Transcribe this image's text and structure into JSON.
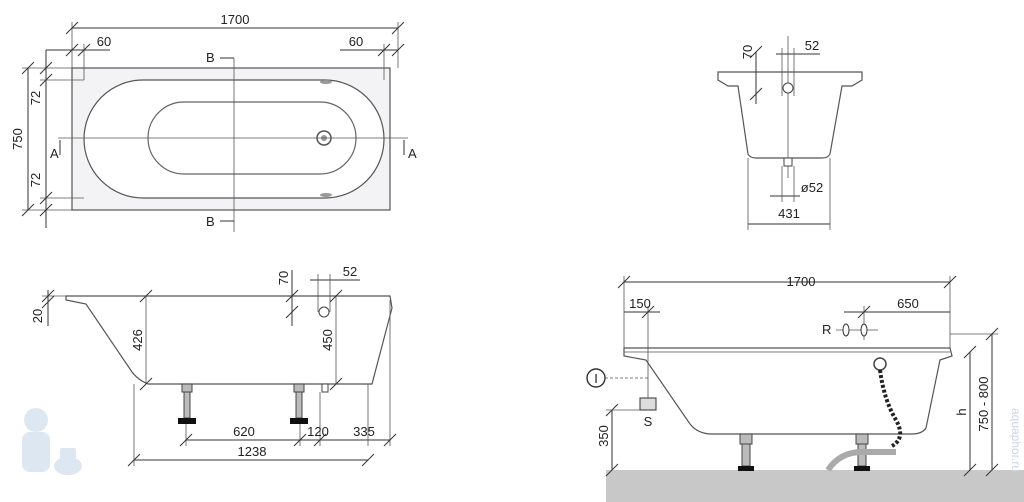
{
  "top_view": {
    "total_length": "1700",
    "left_inset": "60",
    "right_inset": "60",
    "width": "750",
    "upper_margin": "72",
    "lower_margin": "72",
    "section_b_top": "B",
    "section_b_bottom": "B",
    "section_a_left": "A",
    "section_a_right": "A"
  },
  "end_section": {
    "overflow_height": "70",
    "overflow_diameter": "52",
    "drain_diameter": "ø52",
    "bottom_width": "431"
  },
  "side_section": {
    "rim_thickness": "20",
    "depth_center": "426",
    "overflow_height": "70",
    "overflow_diameter": "52",
    "depth_end": "450",
    "feet_spacing": "620",
    "foot_offset": "120",
    "end_offset": "335",
    "bottom_length": "1238"
  },
  "installation": {
    "total_length": "1700",
    "left_offset": "150",
    "valve_offset": "650",
    "valve_label": "R",
    "side_label": "S",
    "circle_label": "I",
    "floor_height": "350",
    "height_label": "h",
    "height_range": "750 - 800"
  },
  "watermark": "aquaphor.ru"
}
